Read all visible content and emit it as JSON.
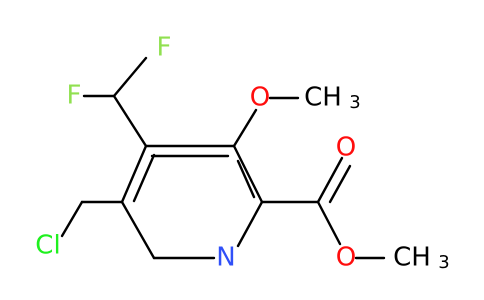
{
  "molecule": {
    "atoms": {
      "F_top": "F",
      "F_left": "F",
      "O_methoxy": "O",
      "C_methoxy": "CH",
      "C_methoxy_sub": "3",
      "O_carbonyl": "O",
      "N_ring": "N",
      "O_ester": "O",
      "C_ester_methyl": "CH",
      "C_ester_methyl_sub": "3",
      "Cl": "Cl"
    },
    "colors": {
      "carbon_bond": "#000000",
      "oxygen": "#ff0d0d",
      "nitrogen": "#3050f8",
      "fluorine": "#90e050",
      "chlorine": "#1ff01f",
      "carbon_label": "#000000"
    }
  }
}
